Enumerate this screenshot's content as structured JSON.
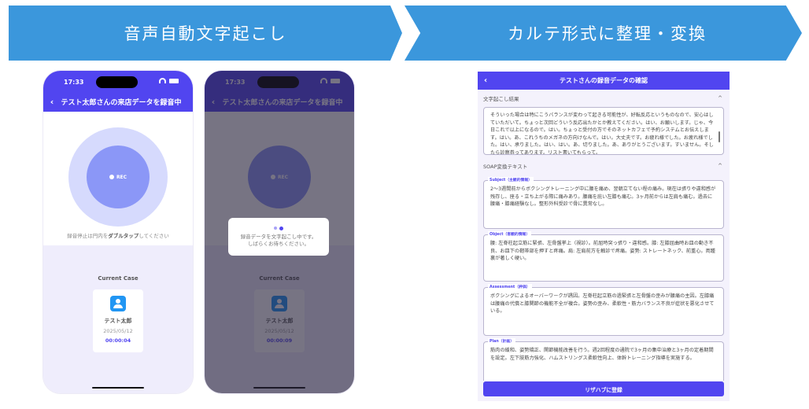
{
  "steps": [
    {
      "label": "音声自動文字起こし"
    },
    {
      "label": "カルテ形式に整理・変換"
    }
  ],
  "colors": {
    "banner": "#3b97dc",
    "primary": "#5145f0",
    "ring_outer": "#d6dafd",
    "ring_inner": "#8b97f7",
    "avatar": "#2196f3"
  },
  "phone_recording": {
    "status_time": "17:33",
    "nav_back": "‹",
    "title": "テスト太郎さんの来店データを録音中",
    "rec_label": "REC",
    "hint_pre": "録音停止は円内を",
    "hint_bold": "ダブルタップ",
    "hint_post": "してください",
    "current_case_label": "Current Case",
    "case": {
      "name": "テスト太郎",
      "date": "2025/05/12",
      "timer": "00:00:04"
    }
  },
  "phone_transcribing": {
    "status_time": "17:33",
    "nav_back": "‹",
    "title": "テスト太郎さんの来店データを録音中",
    "rec_label": "REC",
    "current_case_label": "Current Case",
    "case": {
      "name": "テスト太郎",
      "date": "2025/05/12",
      "timer": "00:00:09"
    },
    "dialog_line1": "録音データを文字起こし中です。",
    "dialog_line2": "しばらくお待ちください。"
  },
  "review_screen": {
    "nav_back": "‹",
    "title": "テストさんの録音データの確認",
    "transcript_section": {
      "label": "文字起こし結果",
      "chevron": "^",
      "text": "そういった場合は特にこうバランスが変わって起きる可能性が、好転反応というものなので、安心はしていただいて。ちょっと次回どういう反応出たかとか教えてください。はい、お願いします。じゃ、今日これで以上になるので。はい。ちょっと受付の方でそのネットカフェで予約システムとお伝えします。はい。あ、これうちのメガネの方向けなんで。はい。大丈夫です。お疲れ様でした。お疲れ様でした。はい、承りました。はい、はい。あ、切りました。あ、ありがとうございます。すいません。そしたら診察券ってあります。リスト書いてもらって。"
    },
    "soap_section": {
      "label": "SOAP変換テキスト",
      "chevron": "^",
      "fields": [
        {
          "legend": "Subject（主観的情報）",
          "text": "2〜3週間前からボクシングトレーニング中に腰を痛め、翌朝立てない程の痛み。現在は張りや違和感が残存し、座る・立ち上がる際に痛みあり。腰痛を庇い左膝も痛む。3ヶ月前からは左肩も痛む。過去に腰痛・膝痛経験なし。整形外科受診で骨に異常なし。"
        },
        {
          "legend": "Object（客観的情報）",
          "text": "腰: 左脊柱起立筋に緊張、左骨盤挙上（視診）。前屈時突っ張り・違和感。膝: 左膝屈曲時お皿の動き不良、お皿下の靭帯部を押すと疼痛。肩: 左肩前方を触診で疼痛。姿勢: ストレートネック、前重心。両踵裏が著しく硬い。"
        },
        {
          "legend": "Assessment（評価）",
          "text": "ボクシングによるオーバーワークが誘因。左脊柱起立筋の過緊張と左骨盤の歪みが腰痛の主因。左膝痛は腰痛の代償と膝関節の機能不全が複合。姿勢の歪み、柔軟性・筋力バランス不良が症状を悪化させている。"
        },
        {
          "legend": "Plan（計画）",
          "text": "筋肉の緩和、姿勢矯正、関節機能改善を行う。週2回程度の通院で3ヶ月の集中治療と3ヶ月の定着期間を設定。左下肢筋力強化、ハムストリングス柔軟性向上、体幹トレーニング指導を実施する。"
        }
      ]
    },
    "register_button": "リザハブに登録"
  }
}
